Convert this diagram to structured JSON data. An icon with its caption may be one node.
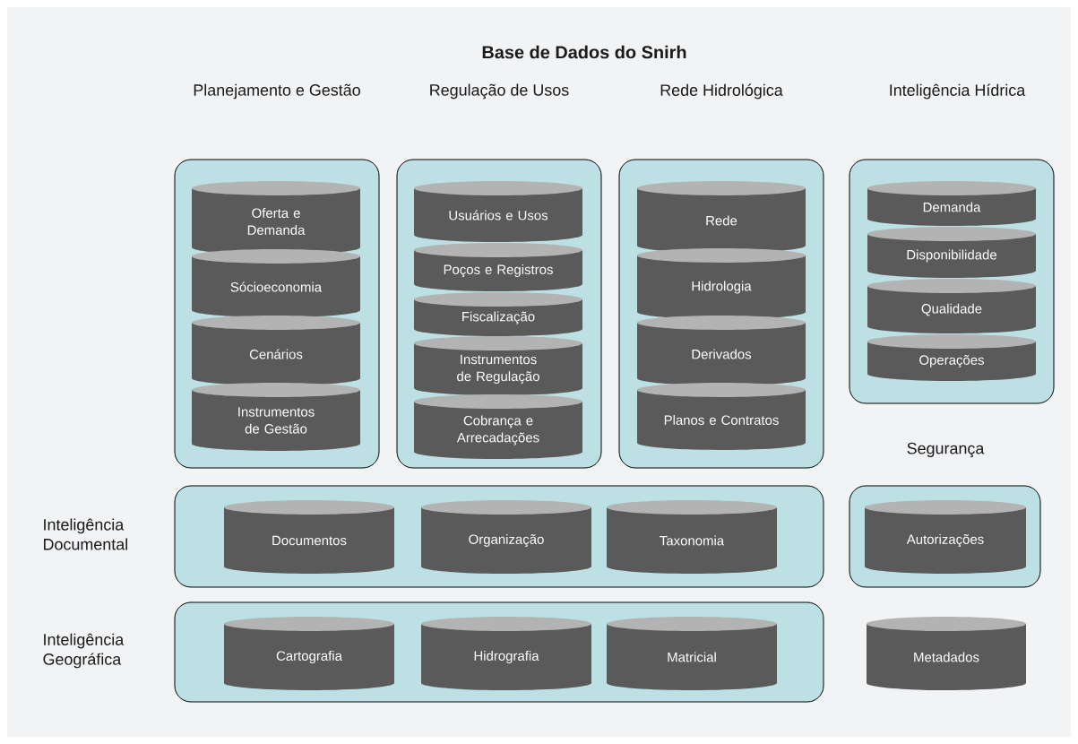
{
  "diagram": {
    "title": "Base de Dados do Snirh",
    "nodes": [
      {
        "text": [
          "Planejamento e Gestão"
        ]
      },
      {
        "text": [
          "Oferta e Demanda"
        ],
        "in": 0
      },
      {
        "text": [
          "Sócioeconomia"
        ],
        "in": 0
      },
      {
        "text": [
          "Cenários"
        ],
        "in": 0
      },
      {
        "text": [
          "Instrumentos de Gestão"
        ],
        "in": 0
      },
      {
        "text": [
          "Regulação de Usos"
        ]
      },
      {
        "text": [
          "Usuários e Usos"
        ],
        "in": 5
      },
      {
        "text": [
          "Poços e Registros"
        ],
        "in": 5
      },
      {
        "text": [
          "Fiscalização"
        ],
        "in": 5
      },
      {
        "text": [
          "Instrumentos de Regulação"
        ],
        "in": 5
      },
      {
        "text": [
          "Cobrança e Arrecadações"
        ],
        "in": 5
      },
      {
        "text": [
          "Rede Hidrológica"
        ]
      },
      {
        "text": [
          "Rede"
        ],
        "in": 11
      },
      {
        "text": [
          "Hidrologia"
        ],
        "in": 11
      },
      {
        "text": [
          "Derivados"
        ],
        "in": 11
      },
      {
        "text": [
          "Planos e Contratos"
        ],
        "in": 11
      },
      {
        "text": [
          "Inteligência Hídrica"
        ]
      },
      {
        "text": [
          "Demanda"
        ],
        "in": 16
      },
      {
        "text": [
          "Disponibilidade"
        ],
        "in": 16
      },
      {
        "text": [
          "Qualidade"
        ],
        "in": 16
      },
      {
        "text": [
          "Operações"
        ],
        "in": 16
      },
      {
        "text": [
          "Inteligência Documental"
        ]
      },
      {
        "text": [
          "Documentos"
        ],
        "in": 21
      },
      {
        "text": [
          "Organização"
        ],
        "in": 21
      },
      {
        "text": [
          "Taxonomia"
        ],
        "in": 21
      },
      {
        "text": [
          "Segurança"
        ]
      },
      {
        "text": [
          "Autorizações"
        ],
        "in": 25
      },
      {
        "text": [
          "Inteligência Geográfica"
        ]
      },
      {
        "text": [
          "Cartografia"
        ],
        "in": 27
      },
      {
        "text": [
          "Hidrografia"
        ],
        "in": 27
      },
      {
        "text": [
          "Matricial"
        ],
        "in": 27
      },
      {
        "text": [
          "Metadados"
        ]
      }
    ]
  }
}
